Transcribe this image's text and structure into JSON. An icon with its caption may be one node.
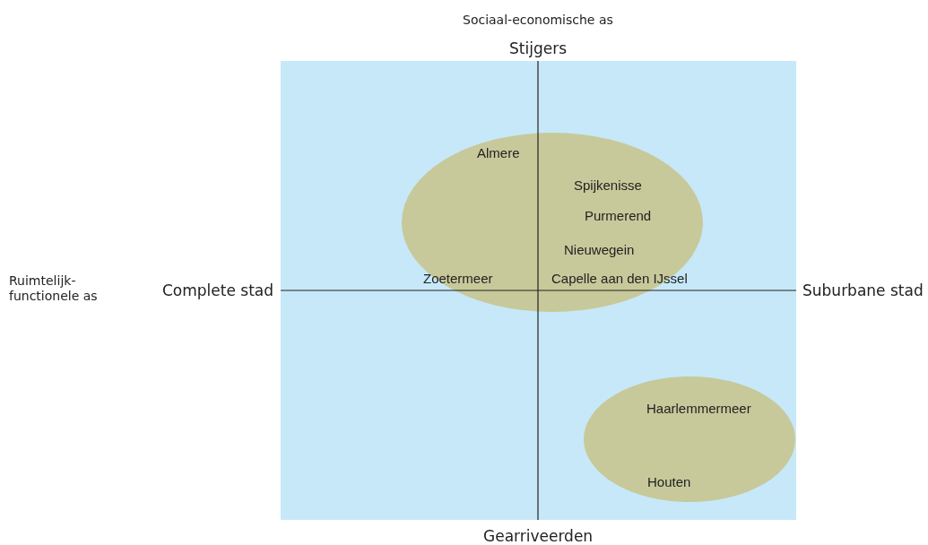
{
  "diagram": {
    "nodes": [
      {
        "text": [
          "Almere",
          "Spijkenisse",
          "Purmerend",
          "Nieuwegein",
          "Zoetermeer",
          "Capelle aan den IJssel"
        ]
      },
      {
        "text": [
          "Haarlemmermeer",
          "Houten"
        ]
      }
    ],
    "labels": [
      "Sociaal-economische as",
      "Stijgers",
      "Ruimtelijk-functionele as",
      "Complete stad",
      "Suburbane stad",
      "Gearriveerden"
    ]
  }
}
